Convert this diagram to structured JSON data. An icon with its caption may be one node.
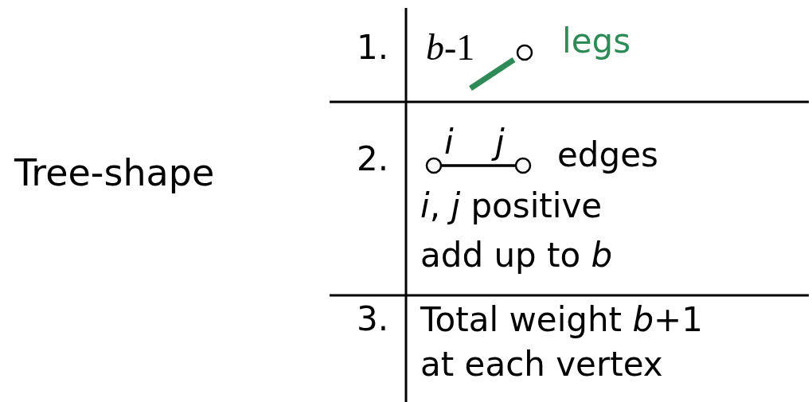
{
  "diagram": {
    "nodes": [
      {
        "text": [],
        "shape": "circle"
      },
      {
        "text": [],
        "shape": "circle"
      },
      {
        "text": [],
        "shape": "circle"
      }
    ],
    "edges": [
      {
        "from": null,
        "to": 0,
        "arrow": "none",
        "style": "thick",
        "color": "#2e8b57"
      },
      {
        "from": 1,
        "to": 2,
        "arrow": "none",
        "color": "#000000"
      }
    ],
    "labels": [
      "Tree-shape",
      "1.",
      "*b*-1",
      "legs",
      "2.",
      "*i*",
      "*j*",
      "edges",
      "*i*, *j* positive",
      "add up to *b*",
      "3.",
      "Total weight *b*+1 at each vertex"
    ]
  }
}
